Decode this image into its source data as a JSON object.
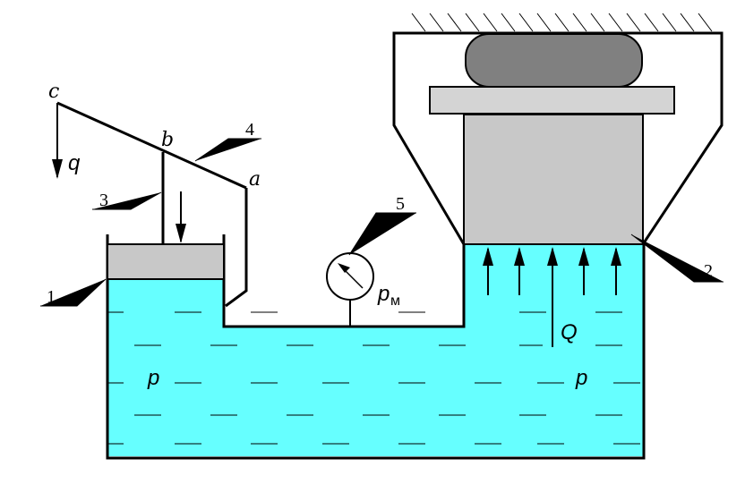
{
  "colors": {
    "fluid": "#66ffff",
    "piston_small": "#c8c8c8",
    "piston_large": "#c8c8c8",
    "platen": "#d4d4d4",
    "load_body": "#808080",
    "stroke": "#000000"
  },
  "labels": {
    "point_c": "c",
    "point_b": "b",
    "point_a": "a",
    "force_q": "q",
    "force_Q": "Q",
    "pressure_left": "p",
    "pressure_right": "p",
    "gauge_p": "p",
    "gauge_sub": "м",
    "callout_1": "1",
    "callout_2": "2",
    "callout_3": "3",
    "callout_4": "4",
    "callout_5": "5"
  }
}
